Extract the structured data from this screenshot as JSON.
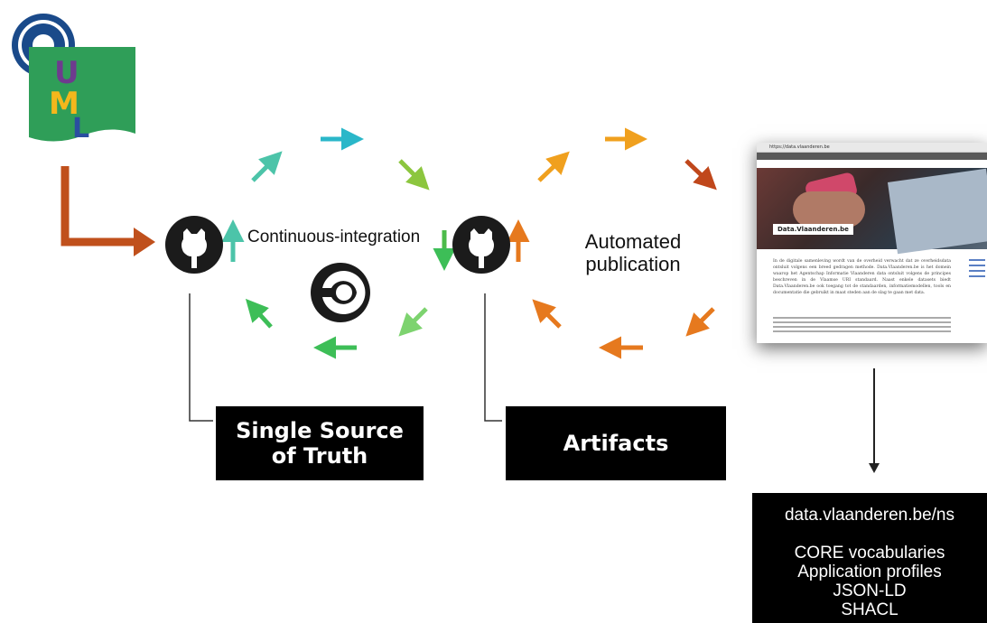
{
  "labels": {
    "ci": "Continuous-integration",
    "pub_line1": "Automated",
    "pub_line2": "publication"
  },
  "boxes": {
    "ssot_line1": "Single Source",
    "ssot_line2": "of Truth",
    "artifacts": "Artifacts"
  },
  "output": {
    "url": "data.vlaanderen.be/ns",
    "items": [
      "CORE vocabularies",
      "Application profiles",
      "JSON-LD",
      "SHACL"
    ]
  },
  "website": {
    "address": "https://data.vlaanderen.be",
    "banner": "Data.Vlaanderen.be",
    "intro": "In de digitale samenleving wordt van de overheid verwacht dat ze overheidsdata ontsluit volgens een breed gedragen methode. Data.Vlaanderen.be is het domein waarop het Agentschap Informatie Vlaanderen data ontsluit volgens de principes beschreven in de Vlaamse URI standaard. Naast enkele datasets biedt Data.Vlaanderen.be ook toegang tot de standaarden, informatiemodellen, tools en documentatie die gebruikt in maat steden aan de slag te gaan met data."
  },
  "colors": {
    "ci_arrows": [
      "#e0c63a",
      "#2ab7c9",
      "#8cc63e",
      "#3dbe57"
    ],
    "pub_arrows": [
      "#f0a01e",
      "#c0471b",
      "#e6791e"
    ],
    "input_arrow": "#c0501c",
    "github": "#1b1b1b",
    "box": "#000000"
  },
  "icons": [
    "sparx-enterprise-architect-icon",
    "uml-icon",
    "github-icon",
    "circleci-icon"
  ]
}
